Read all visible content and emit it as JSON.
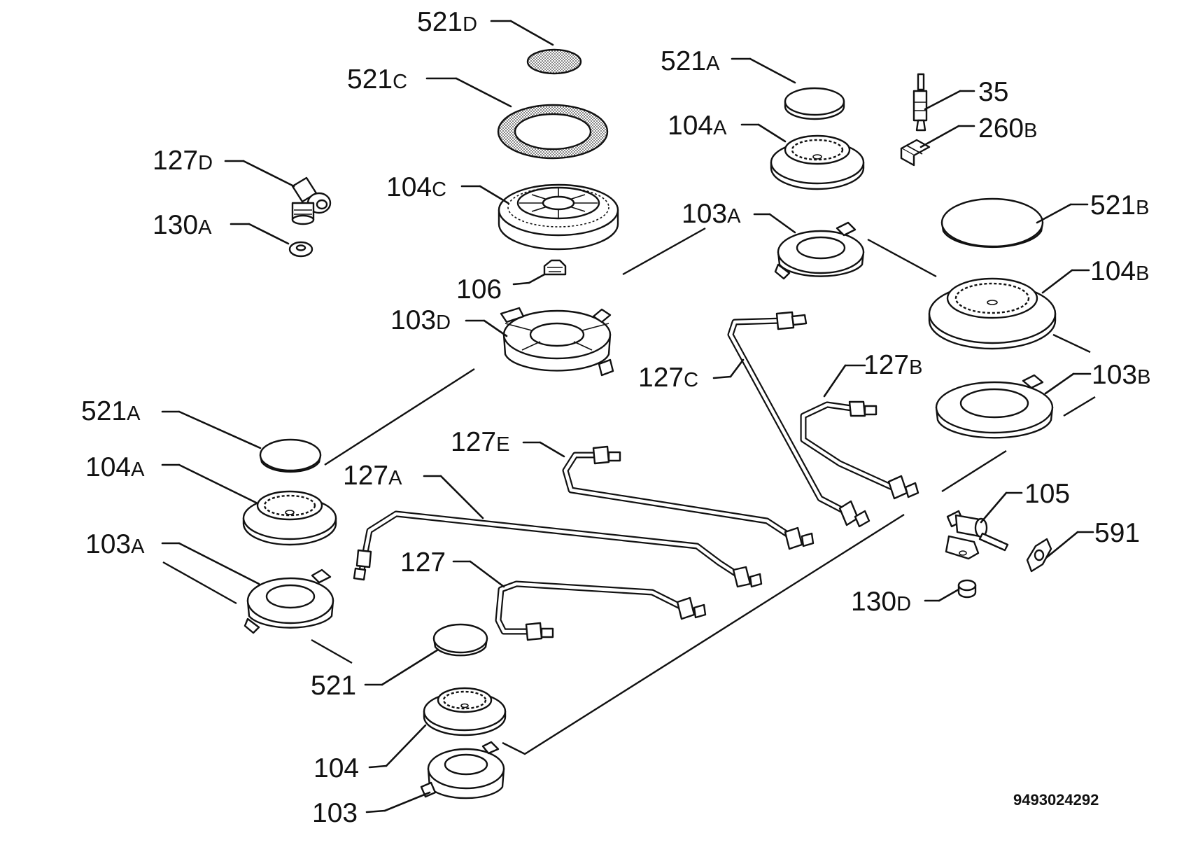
{
  "diagram": {
    "reference_number": "9493024292",
    "labels": [
      {
        "id": "521D-top",
        "num": "521",
        "suf": "D"
      },
      {
        "id": "521C",
        "num": "521",
        "suf": "C"
      },
      {
        "id": "127D",
        "num": "127",
        "suf": "D"
      },
      {
        "id": "130A",
        "num": "130",
        "suf": "A"
      },
      {
        "id": "104C",
        "num": "104",
        "suf": "C"
      },
      {
        "id": "106",
        "num": "106",
        "suf": ""
      },
      {
        "id": "103D",
        "num": "103",
        "suf": "D"
      },
      {
        "id": "521A-right",
        "num": "521",
        "suf": "A"
      },
      {
        "id": "104A-right",
        "num": "104",
        "suf": "A"
      },
      {
        "id": "35",
        "num": "35",
        "suf": ""
      },
      {
        "id": "260B",
        "num": "260",
        "suf": "B"
      },
      {
        "id": "103A-right",
        "num": "103",
        "suf": "A"
      },
      {
        "id": "521B",
        "num": "521",
        "suf": "B"
      },
      {
        "id": "104B",
        "num": "104",
        "suf": "B"
      },
      {
        "id": "127C",
        "num": "127",
        "suf": "C"
      },
      {
        "id": "127B",
        "num": "127",
        "suf": "B"
      },
      {
        "id": "103B",
        "num": "103",
        "suf": "B"
      },
      {
        "id": "521A-left",
        "num": "521",
        "suf": "A"
      },
      {
        "id": "127E",
        "num": "127",
        "suf": "E"
      },
      {
        "id": "104A-left",
        "num": "104",
        "suf": "A"
      },
      {
        "id": "127A",
        "num": "127",
        "suf": "A"
      },
      {
        "id": "103A-left",
        "num": "103",
        "suf": "A"
      },
      {
        "id": "127",
        "num": "127",
        "suf": ""
      },
      {
        "id": "105",
        "num": "105",
        "suf": ""
      },
      {
        "id": "591",
        "num": "591",
        "suf": ""
      },
      {
        "id": "130D",
        "num": "130",
        "suf": "D"
      },
      {
        "id": "521",
        "num": "521",
        "suf": ""
      },
      {
        "id": "104",
        "num": "104",
        "suf": ""
      },
      {
        "id": "103",
        "num": "103",
        "suf": ""
      }
    ]
  }
}
